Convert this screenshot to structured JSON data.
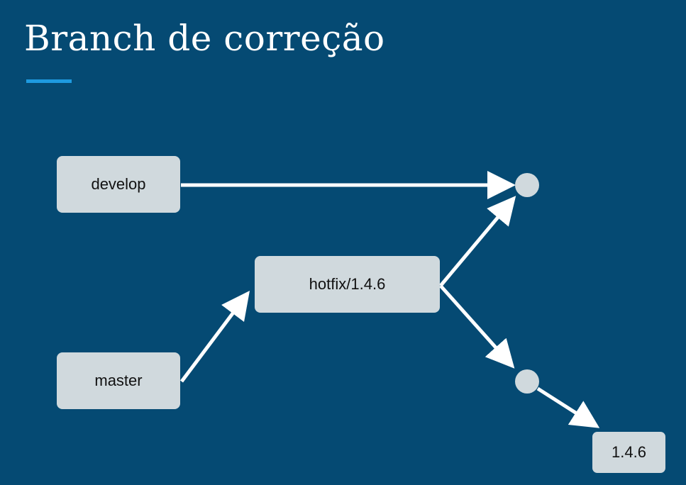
{
  "slide": {
    "title": "Branch de correção",
    "accent_color": "#1e9ae0",
    "background_color": "#054a73"
  },
  "diagram": {
    "nodes": {
      "develop": "develop",
      "master": "master",
      "hotfix": "hotfix/1.4.6",
      "tag": "1.4.6"
    },
    "node_color": "#d0d9dd",
    "commit_color": "#d0d9dd",
    "arrow_color": "#ffffff"
  }
}
